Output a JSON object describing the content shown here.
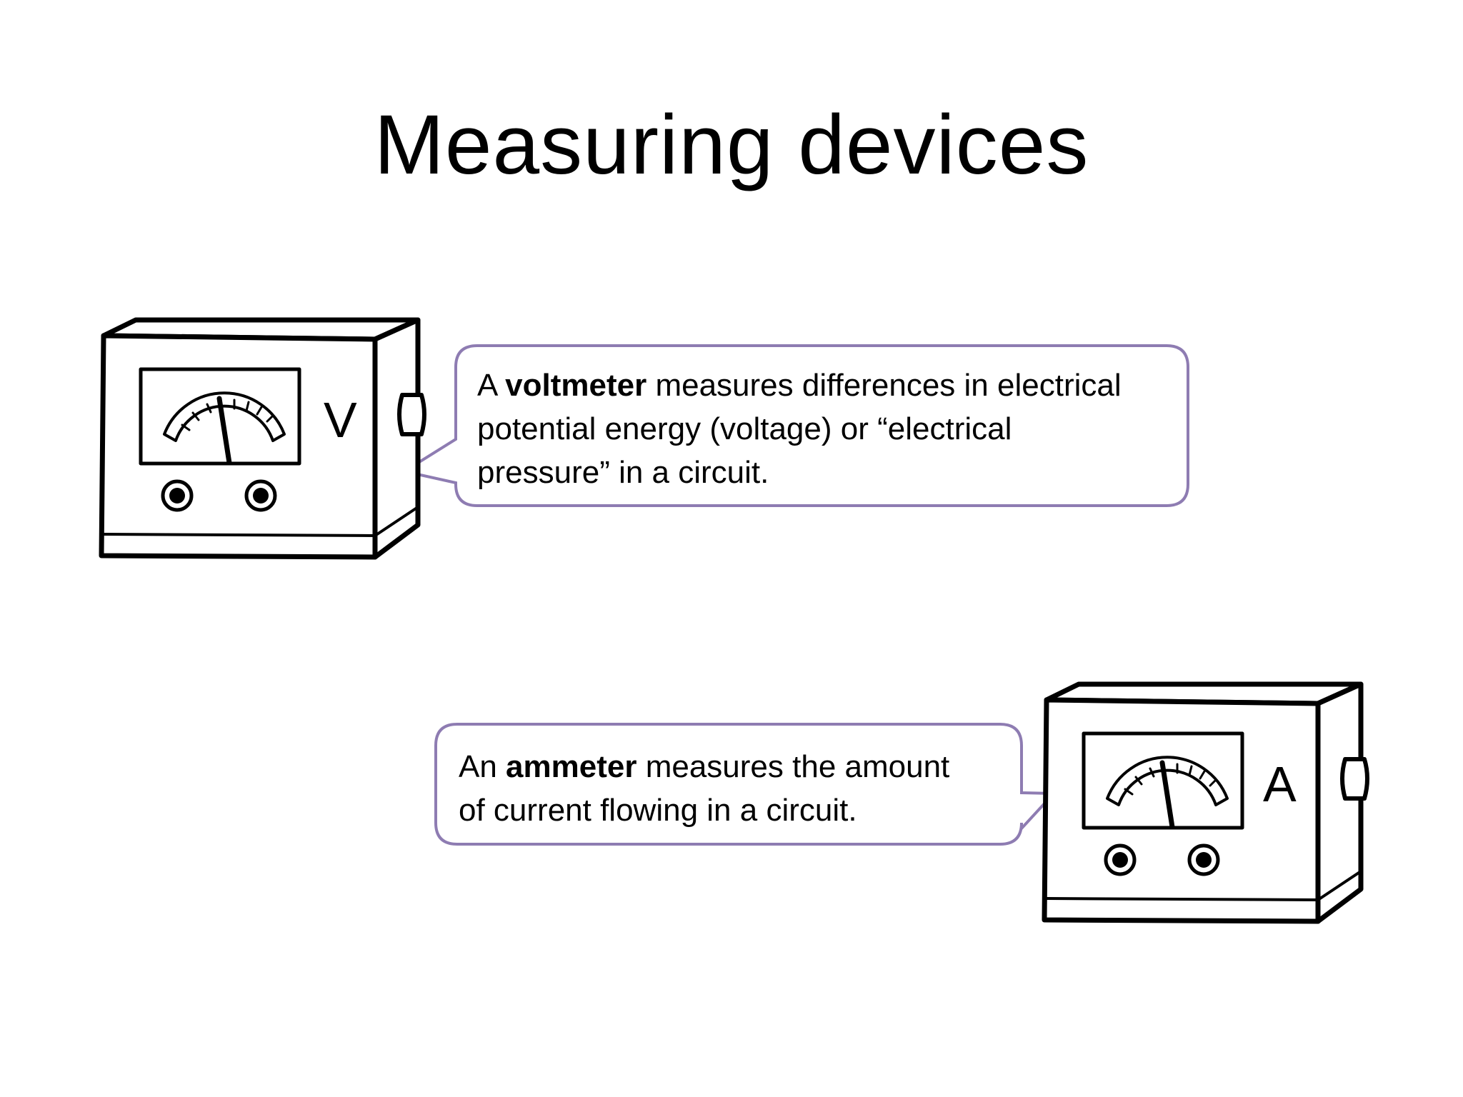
{
  "slide": {
    "title": "Measuring devices"
  },
  "voltmeter": {
    "dial_letter": "V",
    "callout": {
      "lead": "A ",
      "term": "voltmeter",
      "line1_rest": " measures differences in electrical",
      "line2": "potential energy (voltage) or “electrical",
      "line3": "pressure” in a circuit."
    }
  },
  "ammeter": {
    "dial_letter": "A",
    "callout": {
      "lead": "An ",
      "term": "ammeter",
      "line1_rest": " measures the amount",
      "line2": "of current flowing in a circuit."
    }
  },
  "colors": {
    "callout_border": "#8e7cb2",
    "ink": "#000000",
    "background": "#ffffff"
  }
}
